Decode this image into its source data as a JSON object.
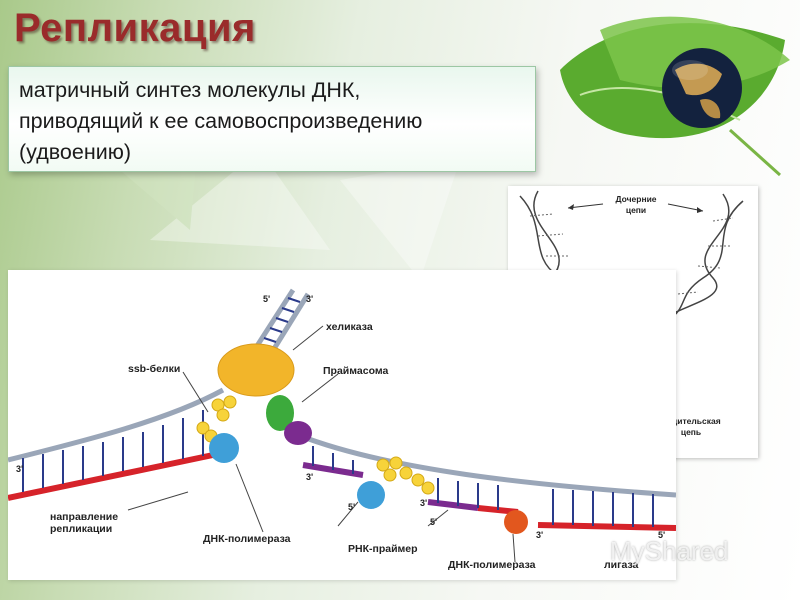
{
  "slide": {
    "title": "Репликация",
    "definition_lines": [
      "матричный синтез молекулы ДНК,",
      "приводящий  к ее самовоспроизведению",
      "(удвоению)"
    ]
  },
  "helix_figure": {
    "daughter_label_1": "Дочерние",
    "daughter_label_2": "цепи",
    "parent_label_1": "Родительская",
    "parent_label_2": "цепь"
  },
  "replication_figure": {
    "helicase": "хеликаза",
    "ssb": "ssb-белки",
    "primasome": "Праймасома",
    "direction_1": "направление",
    "direction_2": "репликации",
    "polymerase_1": "ДНК-полимераза",
    "rna_primer": "РНК-праймер",
    "polymerase_2": "ДНК-полимераза",
    "ligase": "лигаза",
    "prime5_a": "5'",
    "prime3_a": "3'",
    "prime3_b": "3'",
    "prime3_c": "3'",
    "prime5_b": "5'",
    "prime3_d": "3'",
    "prime5_c": "5'",
    "prime3_e": "3'",
    "prime5_d": "5'"
  },
  "watermark": "MyShared",
  "colors": {
    "title": "#9a2b2b",
    "helicase": "#f2b52a",
    "ssb": "#f7d33a",
    "polymerase": "#3f9fd8",
    "primase_green": "#3caa3c",
    "primase_purple": "#7b2b8f",
    "new_strand": "#d6232a",
    "rna_primer": "#7b2b8f",
    "template": "#9aa6b8"
  }
}
